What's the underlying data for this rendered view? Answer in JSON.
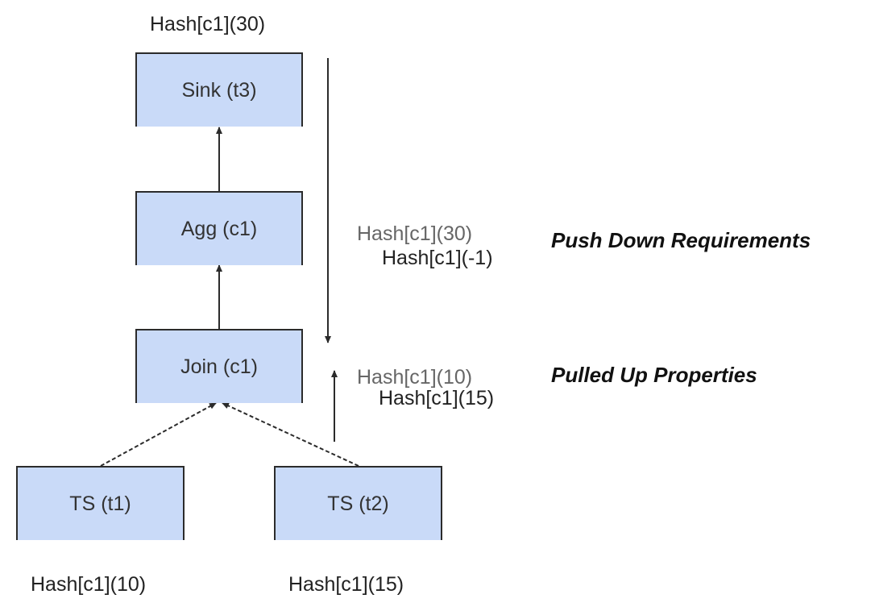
{
  "nodes": {
    "sink": "Sink (t3)",
    "agg": "Agg (c1)",
    "join": "Join (c1)",
    "ts1": "TS (t1)",
    "ts2": "TS (t2)"
  },
  "labels": {
    "sink_top": "Hash[c1](30)",
    "push_req_1": "Hash[c1](30)",
    "push_req_2": "Hash[c1](-1)",
    "pulled_prop_1": "Hash[c1](10)",
    "pulled_prop_2": "Hash[c1](15)",
    "ts1_bottom": "Hash[c1](10)",
    "ts2_bottom": "Hash[c1](15)"
  },
  "captions": {
    "push_down": "Push Down Requirements",
    "pulled_up": "Pulled Up Properties"
  },
  "colors": {
    "node_fill": "#c9daf8",
    "edge": "#2b2b2b"
  }
}
